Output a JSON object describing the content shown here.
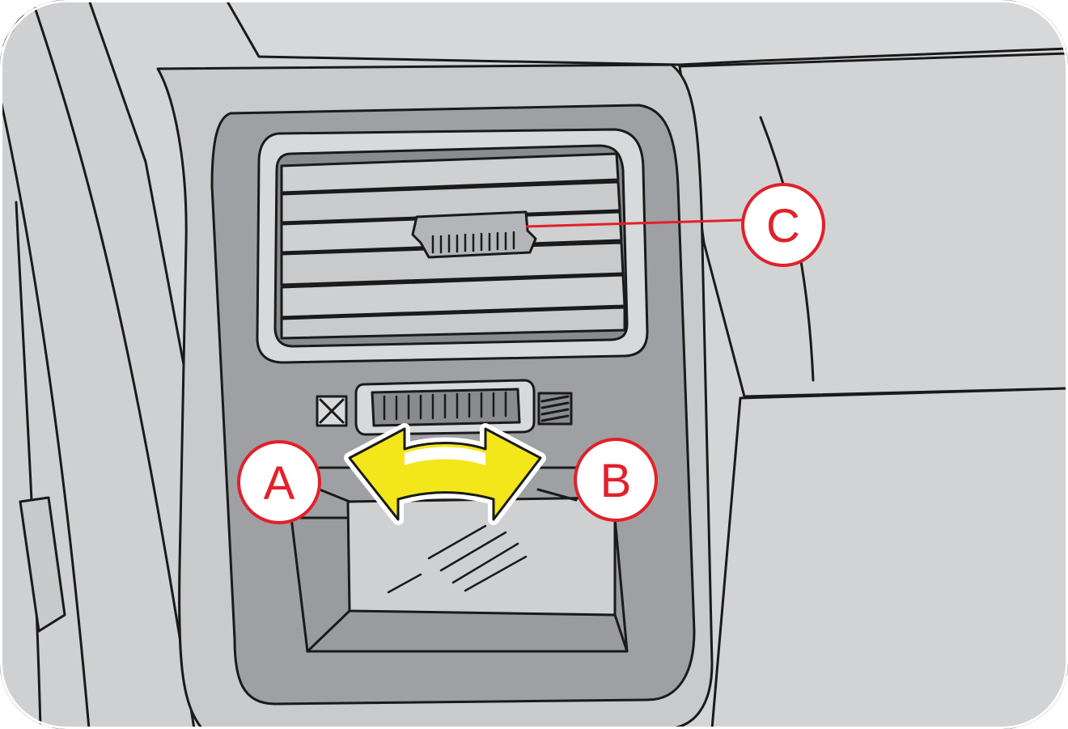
{
  "callouts": {
    "a": {
      "label": "A"
    },
    "b": {
      "label": "B"
    },
    "c": {
      "label": "C"
    }
  },
  "colors": {
    "callout": "#e3202b",
    "arrow_fill": "#f3e71b",
    "panel_light": "#d4d5d7",
    "panel_dark": "#9fa0a3",
    "vent_dark": "#8a8b8e",
    "outline": "#1a1a1a"
  },
  "icons": {
    "left_control": "fan-off-icon",
    "right_control": "fan-max-icon",
    "arrow": "double-headed-curved-arrow"
  }
}
